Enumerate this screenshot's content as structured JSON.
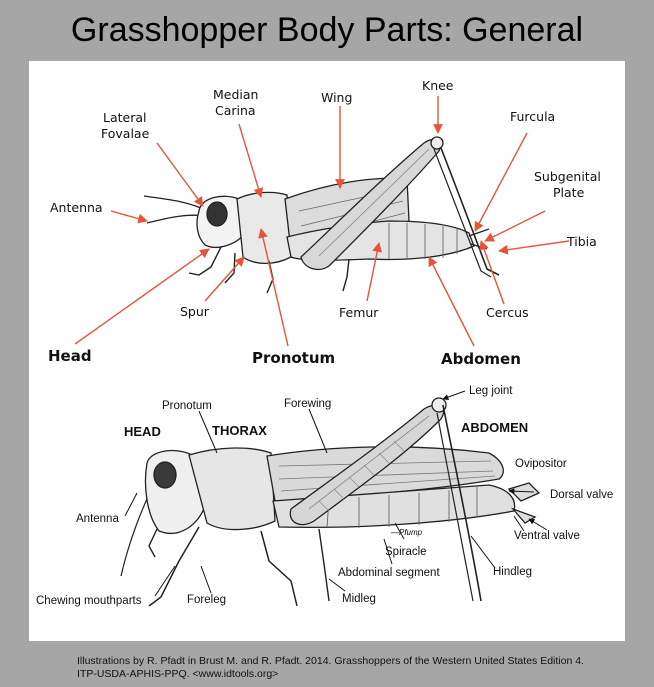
{
  "title": "Grasshopper Body Parts: General",
  "top_diagram": {
    "labels": {
      "lateral_fovalae_1": "Lateral",
      "lateral_fovalae_2": "Fovalae",
      "median_carina_1": "Median",
      "median_carina_2": "Carina",
      "wing": "Wing",
      "knee": "Knee",
      "furcula": "Furcula",
      "subgenital_plate_1": "Subgenital",
      "subgenital_plate_2": "Plate",
      "antenna": "Antenna",
      "tibia": "Tibia",
      "spur": "Spur",
      "femur": "Femur",
      "cercus": "Cercus",
      "head": "Head",
      "pronotum": "Pronotum",
      "abdomen": "Abdomen"
    }
  },
  "bottom_diagram": {
    "labels": {
      "leg_joint": "Leg joint",
      "pronotum": "Pronotum",
      "forewing": "Forewing",
      "head": "HEAD",
      "thorax": "THORAX",
      "abdomen": "ABDOMEN",
      "ovipositor": "Ovipositor",
      "dorsal_valve": "Dorsal valve",
      "antenna": "Antenna",
      "ventral_valve": "Ventral valve",
      "spiracle": "Spiracle",
      "abdominal_segment": "Abdominal segment",
      "hindleg": "Hindleg",
      "chewing_mouthparts": "Chewing mouthparts",
      "foreleg": "Foreleg",
      "midleg": "Midleg",
      "signature": "—Pfump"
    }
  },
  "credit": {
    "line1": "Illustrations by R. Pfadt in Brust M. and R. Pfadt. 2014. Grasshoppers of the Western United States Edition 4.",
    "line2": "ITP-USDA-APHIS-PPQ. <www.idtools.org>"
  },
  "colors": {
    "background": "#a6a6a6",
    "panel": "#ffffff",
    "arrow": "#e8533a",
    "pointer": "#111111"
  }
}
